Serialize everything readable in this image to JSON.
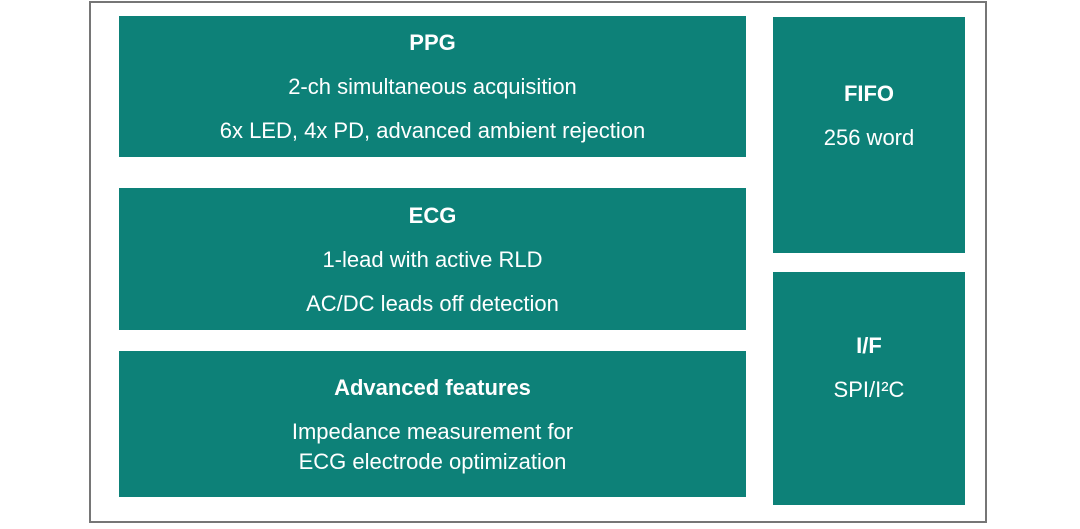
{
  "colors": {
    "background": "#ffffff",
    "frame_border": "#767676",
    "block_fill": "#0d8178",
    "text": "#ffffff"
  },
  "blocks": {
    "ppg": {
      "title": "PPG",
      "lines": [
        "2-ch simultaneous acquisition",
        "6x LED, 4x PD, advanced ambient rejection"
      ]
    },
    "ecg": {
      "title": "ECG",
      "lines": [
        "1-lead with active RLD",
        "AC/DC leads off detection"
      ]
    },
    "advanced": {
      "title": "Advanced features",
      "lines": [
        "Impedance measurement for",
        "ECG electrode optimization"
      ]
    },
    "fifo": {
      "title": "FIFO",
      "lines": [
        "256 word"
      ]
    },
    "interface": {
      "title": "I/F",
      "lines": [
        "SPI/I²C"
      ]
    }
  }
}
